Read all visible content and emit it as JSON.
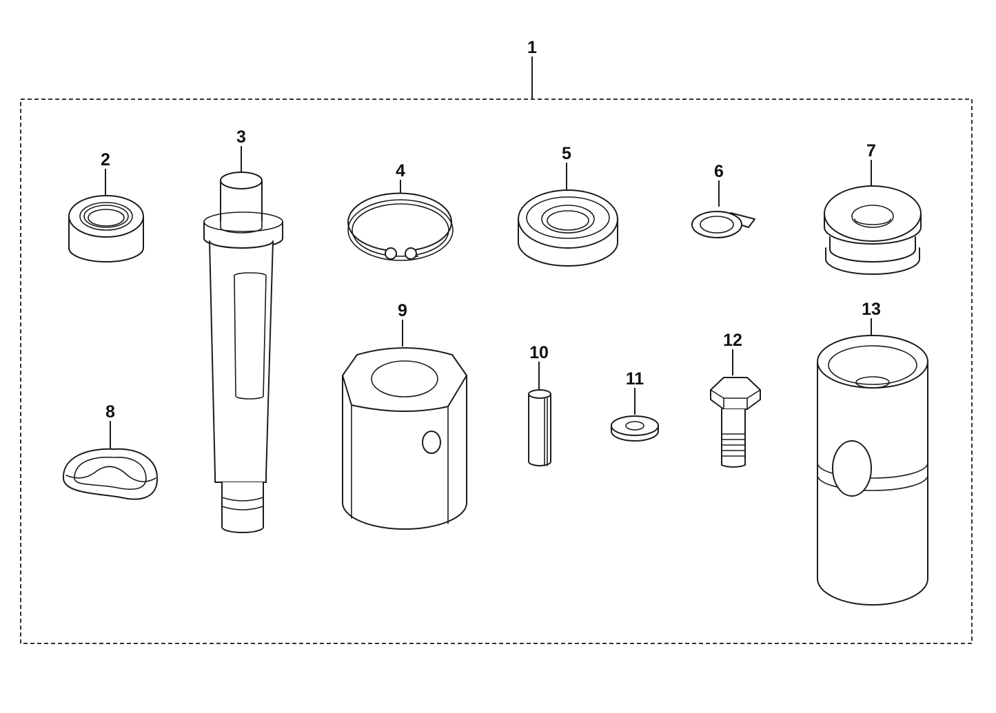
{
  "diagram": {
    "kit_callout": "1",
    "parts": [
      {
        "key": "p2",
        "number": "2"
      },
      {
        "key": "p3",
        "number": "3"
      },
      {
        "key": "p4",
        "number": "4"
      },
      {
        "key": "p5",
        "number": "5"
      },
      {
        "key": "p6",
        "number": "6"
      },
      {
        "key": "p7",
        "number": "7"
      },
      {
        "key": "p8",
        "number": "8"
      },
      {
        "key": "p9",
        "number": "9"
      },
      {
        "key": "p10",
        "number": "10"
      },
      {
        "key": "p11",
        "number": "11"
      },
      {
        "key": "p12",
        "number": "12"
      },
      {
        "key": "p13",
        "number": "13"
      }
    ]
  }
}
